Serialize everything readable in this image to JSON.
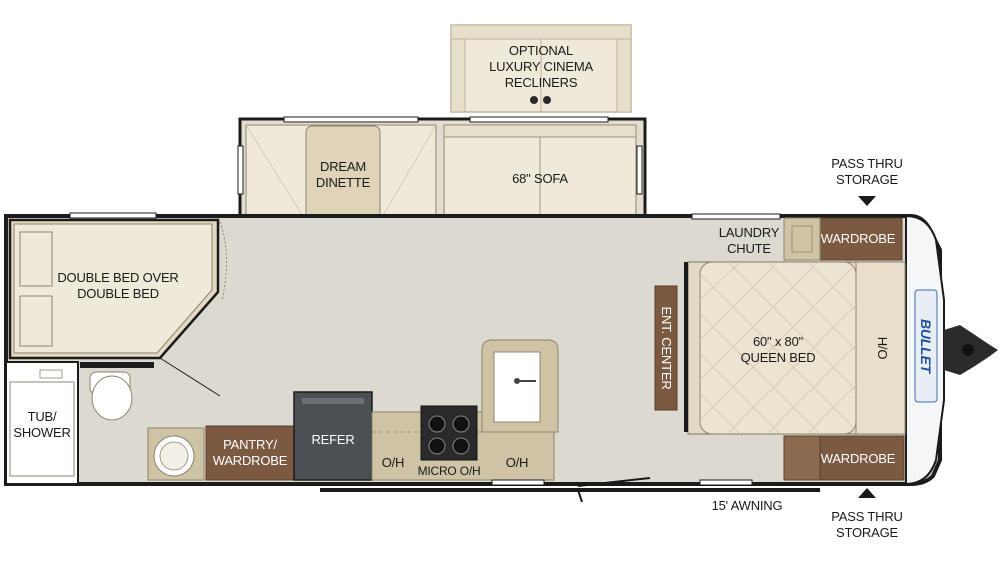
{
  "colors": {
    "floor": "#dcd9d0",
    "wall": "#1b1b1b",
    "cream": "#efe9d9",
    "cushion": "#dfd3b8",
    "brown": "#7c5a42",
    "bed": "#e4d9c3",
    "counter": "#cfc3a5",
    "refer": "#4b5054"
  },
  "labels": {
    "optional_recliners": "OPTIONAL\nLUXURY CINEMA\nRECLINERS",
    "dream_dinette": "DREAM\nDINETTE",
    "sofa": "68\" SOFA",
    "pass_thru_top": "PASS THRU\nSTORAGE",
    "pass_thru_bottom": "PASS THRU\nSTORAGE",
    "laundry_chute": "LAUNDRY\nCHUTE",
    "wardrobe_top": "WARDROBE",
    "wardrobe_bottom": "WARDROBE",
    "double_bed": "DOUBLE BED OVER\nDOUBLE BED",
    "ent_center": "ENT. CENTER",
    "queen_bed": "60\" x 80\"\nQUEEN BED",
    "h_o": "H/O",
    "tub_shower": "TUB/\nSHOWER",
    "pantry_wardrobe": "PANTRY/\nWARDROBE",
    "refer": "REFER",
    "oh_left": "O/H",
    "micro_oh": "MICRO O/H",
    "oh_right": "O/H",
    "awning": "15' AWNING",
    "logo": "BULLET"
  }
}
